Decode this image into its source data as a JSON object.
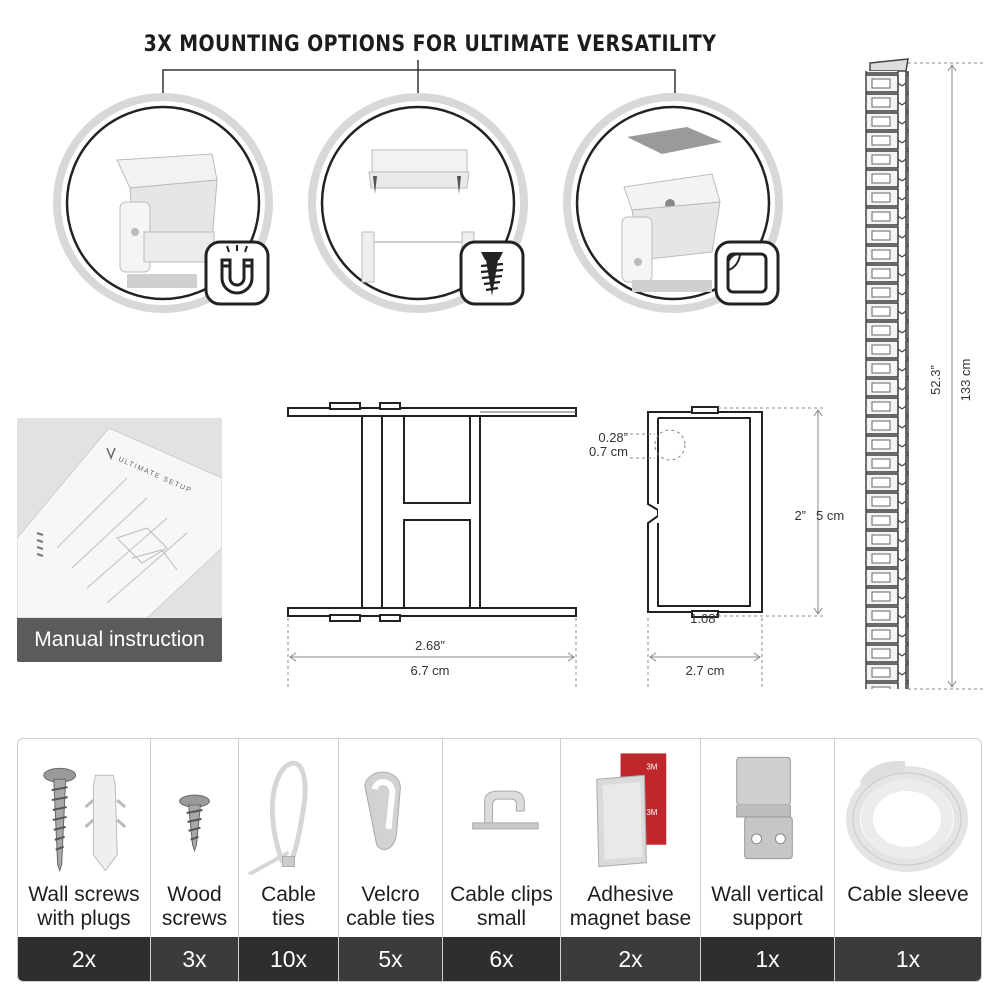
{
  "headline": "3X MOUNTING OPTIONS FOR ULTIMATE VERSATILITY",
  "mounting_options": [
    {
      "icon": "magnet-icon"
    },
    {
      "icon": "screw-icon"
    },
    {
      "icon": "adhesive-pad-icon"
    }
  ],
  "manual": {
    "label": "Manual instruction",
    "cover_text": "ULTIMATE SETUP"
  },
  "dimensions": {
    "side_width_in": "2.68”",
    "side_width_cm": "6.7 cm",
    "front_width_in": "1.08”",
    "front_width_cm": "2.7 cm",
    "height_in": "2”",
    "height_cm": "5 cm",
    "hole_in": "0.28”",
    "hole_cm": "0.7 cm",
    "length_in": "52.3”",
    "length_cm": "133 cm"
  },
  "parts": [
    {
      "label_line1": "Wall screws",
      "label_line2": "with plugs",
      "qty": "2x",
      "icon": "wall-screw-plug-icon"
    },
    {
      "label_line1": "Wood",
      "label_line2": "screws",
      "qty": "3x",
      "icon": "wood-screw-icon"
    },
    {
      "label_line1": "Cable",
      "label_line2": "ties",
      "qty": "10x",
      "icon": "cable-tie-icon"
    },
    {
      "label_line1": "Velcro",
      "label_line2": "cable ties",
      "qty": "5x",
      "icon": "velcro-tie-icon"
    },
    {
      "label_line1": "Cable clips",
      "label_line2": "small",
      "qty": "6x",
      "icon": "cable-clip-icon"
    },
    {
      "label_line1": "Adhesive",
      "label_line2": "magnet base",
      "qty": "2x",
      "icon": "magnet-base-icon"
    },
    {
      "label_line1": "Wall vertical",
      "label_line2": "support",
      "qty": "1x",
      "icon": "wall-support-icon"
    },
    {
      "label_line1": "",
      "label_line2": "Cable sleeve",
      "qty": "1x",
      "icon": "cable-sleeve-icon"
    }
  ]
}
